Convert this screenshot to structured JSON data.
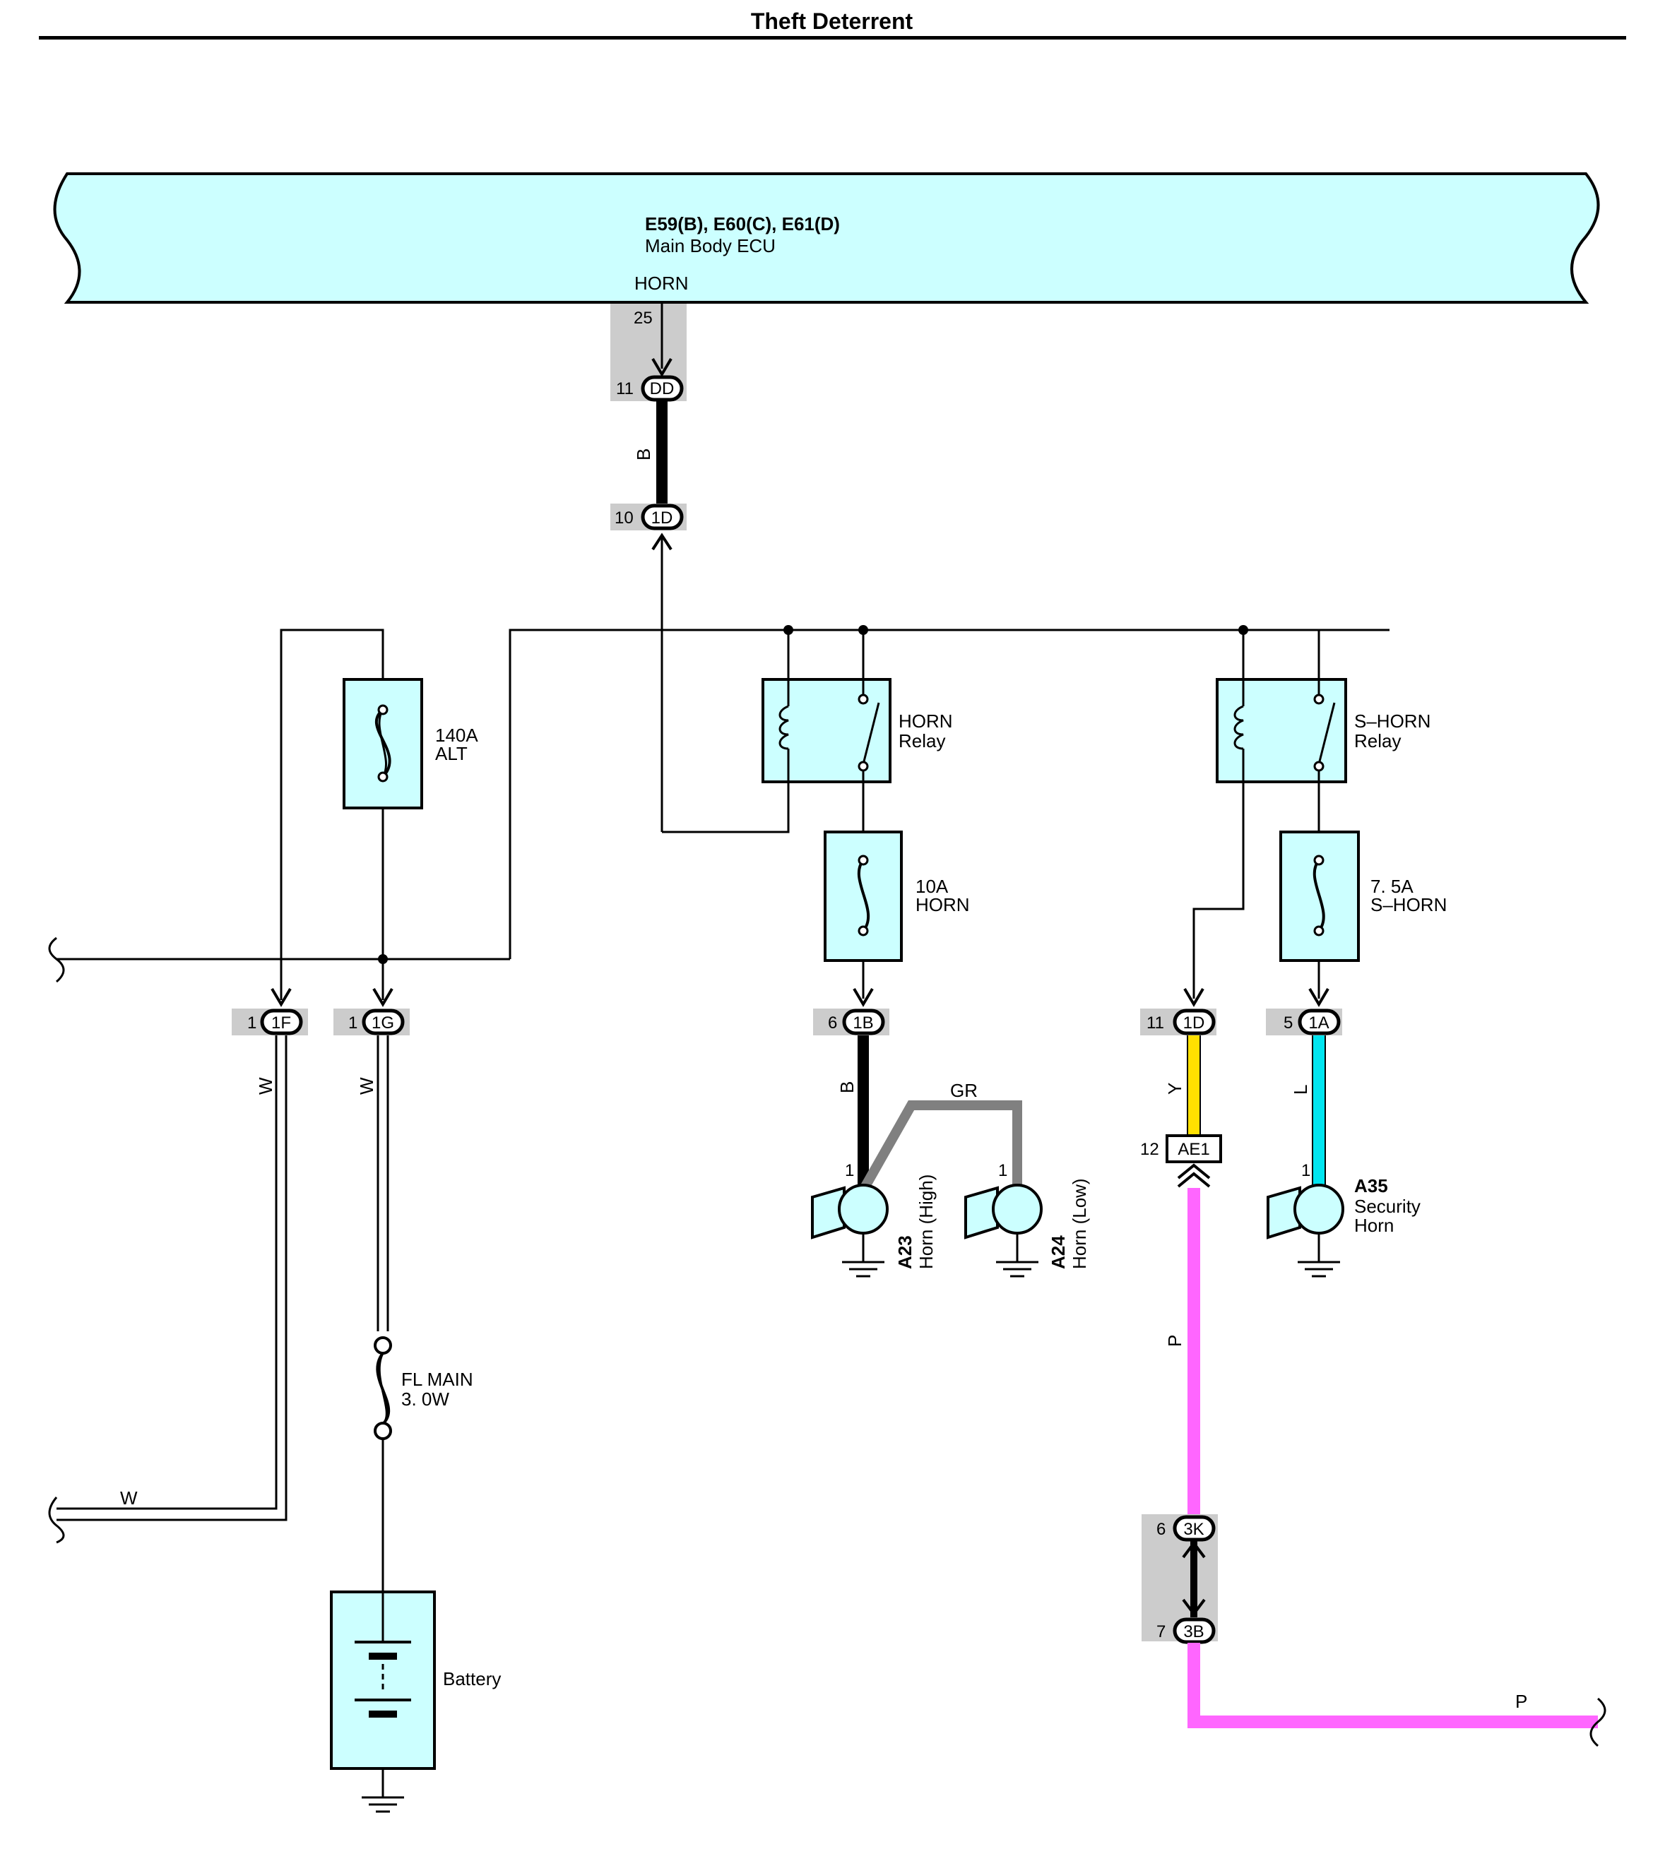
{
  "title": "Theft Deterrent",
  "ecu": {
    "connectors": "E59(B), E60(C), E61(D)",
    "name": "Main Body ECU",
    "terminal": "HORN",
    "pin": "25"
  },
  "junctions": {
    "dd": {
      "pin": "11",
      "code": "DD"
    },
    "d1_top": {
      "pin": "10",
      "code": "1D"
    },
    "f1": {
      "pin": "1",
      "code": "1F"
    },
    "g1": {
      "pin": "1",
      "code": "1G"
    },
    "b1": {
      "pin": "6",
      "code": "1B"
    },
    "d1_right": {
      "pin": "11",
      "code": "1D"
    },
    "a1": {
      "pin": "5",
      "code": "1A"
    },
    "ae1": {
      "pin": "12",
      "code": "AE1"
    },
    "k3": {
      "pin": "6",
      "code": "3K"
    },
    "b3": {
      "pin": "7",
      "code": "3B"
    }
  },
  "fuses": {
    "alt": {
      "rating": "140A",
      "name": "ALT"
    },
    "horn": {
      "rating": "10A",
      "name": "HORN"
    },
    "shorn": {
      "rating": "7. 5A",
      "name": "S–HORN"
    },
    "flmain": {
      "rating": "FL MAIN",
      "name": "3. 0W"
    }
  },
  "relays": {
    "horn": {
      "line1": "HORN",
      "line2": "Relay"
    },
    "shorn": {
      "line1": "S–HORN",
      "line2": "Relay"
    }
  },
  "horns": {
    "a23": {
      "code": "A23",
      "name": "Horn (High)",
      "pin": "1"
    },
    "a24": {
      "code": "A24",
      "name": "Horn (Low)",
      "pin": "1"
    },
    "a35": {
      "code": "A35",
      "name1": "Security",
      "name2": "Horn",
      "pin": "1"
    }
  },
  "battery": {
    "label": "Battery"
  },
  "wires": {
    "b_top": "B",
    "w1": "W",
    "w2": "W",
    "w_bottom": "W",
    "b_horn": "B",
    "gr": "GR",
    "y": "Y",
    "l": "L",
    "p_vertical": "P",
    "p_bottom": "P"
  },
  "colors": {
    "ecu_fill": "#ccffff",
    "wire_black": "#000000",
    "wire_gray": "#808080",
    "wire_yellow": "#ffe000",
    "wire_blue": "#00e5f0",
    "wire_pink": "#ff66ff",
    "connector_shade": "#cccccc"
  }
}
